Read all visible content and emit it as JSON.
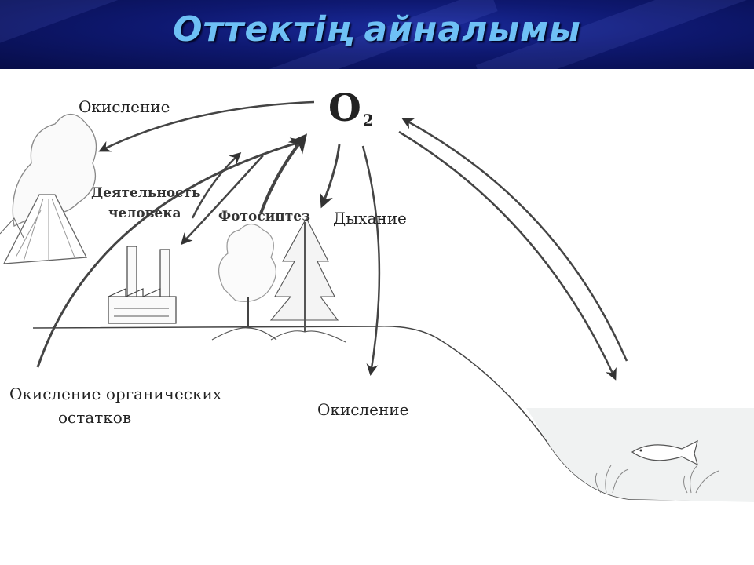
{
  "header": {
    "title": "Оттектің айналымы",
    "bg_color": "#0e1870",
    "title_color": "#6ec0f5"
  },
  "diagram": {
    "o2": {
      "symbol": "O",
      "subscript": "2"
    },
    "labels": {
      "oxidation_top": "Окисление",
      "human_activity_1": "Деятельность",
      "human_activity_2": "человека",
      "photosynthesis": "Фотосинтез",
      "respiration": "Дыхание",
      "organic_oxidation_1": "Окисление органических",
      "organic_oxidation_2": "остатков",
      "oxidation_bottom": "Окисление"
    },
    "icons": [
      "volcano-icon",
      "factory-icon",
      "deciduous-tree-icon",
      "fir-tree-icon",
      "fish-icon",
      "water-plants-icon"
    ]
  }
}
